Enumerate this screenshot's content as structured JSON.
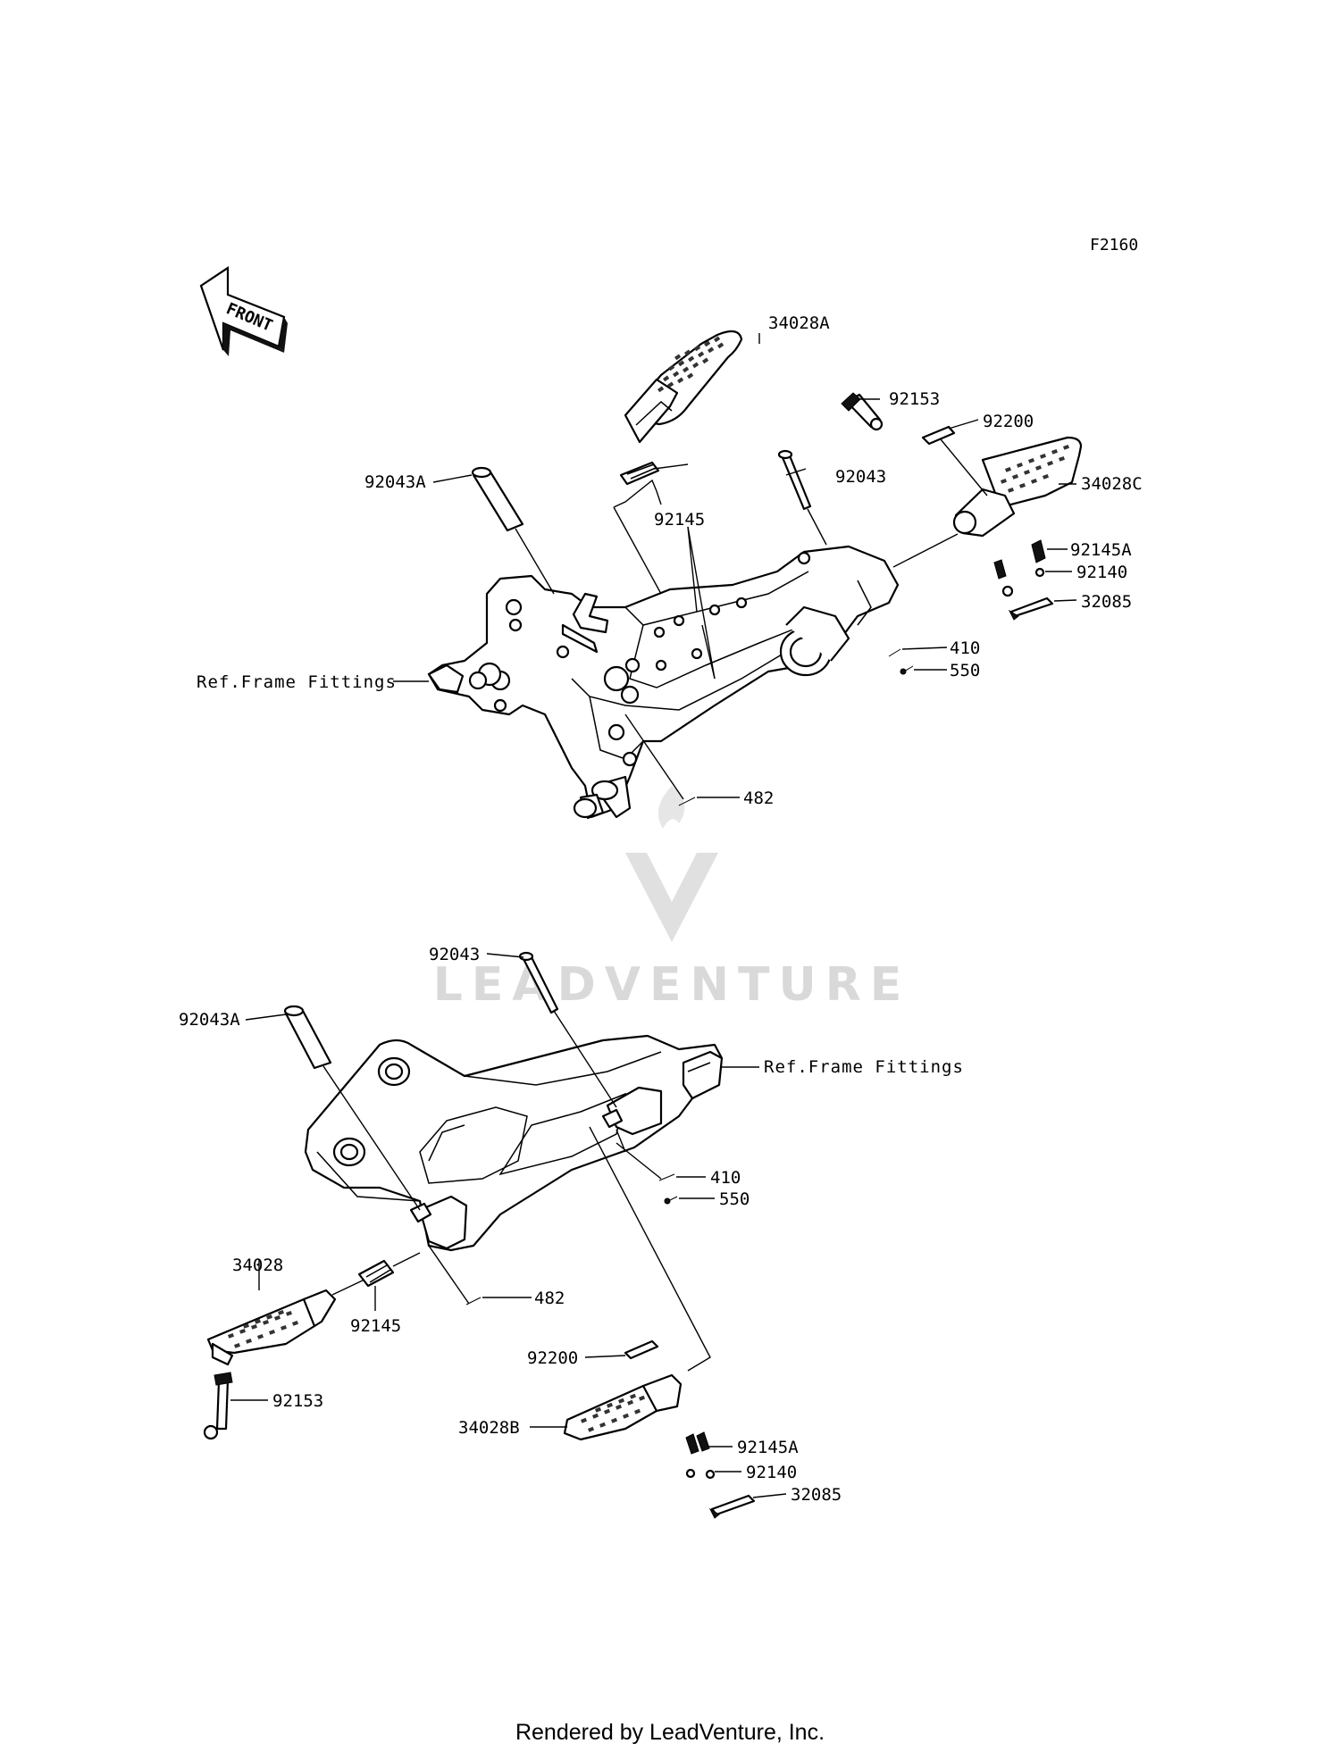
{
  "diagram_code": "F2160",
  "front_indicator": "FRONT",
  "footer": "Rendered by LeadVenture, Inc.",
  "watermark": "LEADVENTURE",
  "upper_assembly": {
    "ref_frame": "Ref.Frame Fittings",
    "callouts": {
      "p34028A": "34028A",
      "p92153": "92153",
      "p92200": "92200",
      "p92043A": "92043A",
      "p92043": "92043",
      "p34028C": "34028C",
      "p92145": "92145",
      "p92145A": "92145A",
      "p92140": "92140",
      "p32085": "32085",
      "p410": "410",
      "p550": "550",
      "p482": "482"
    }
  },
  "lower_assembly": {
    "ref_frame": "Ref.Frame Fittings",
    "callouts": {
      "p92043": "92043",
      "p92043A": "92043A",
      "p410": "410",
      "p550": "550",
      "p34028": "34028",
      "p92145": "92145",
      "p482": "482",
      "p92200": "92200",
      "p92153": "92153",
      "p34028B": "34028B",
      "p92145A": "92145A",
      "p92140": "92140",
      "p32085": "32085"
    }
  }
}
